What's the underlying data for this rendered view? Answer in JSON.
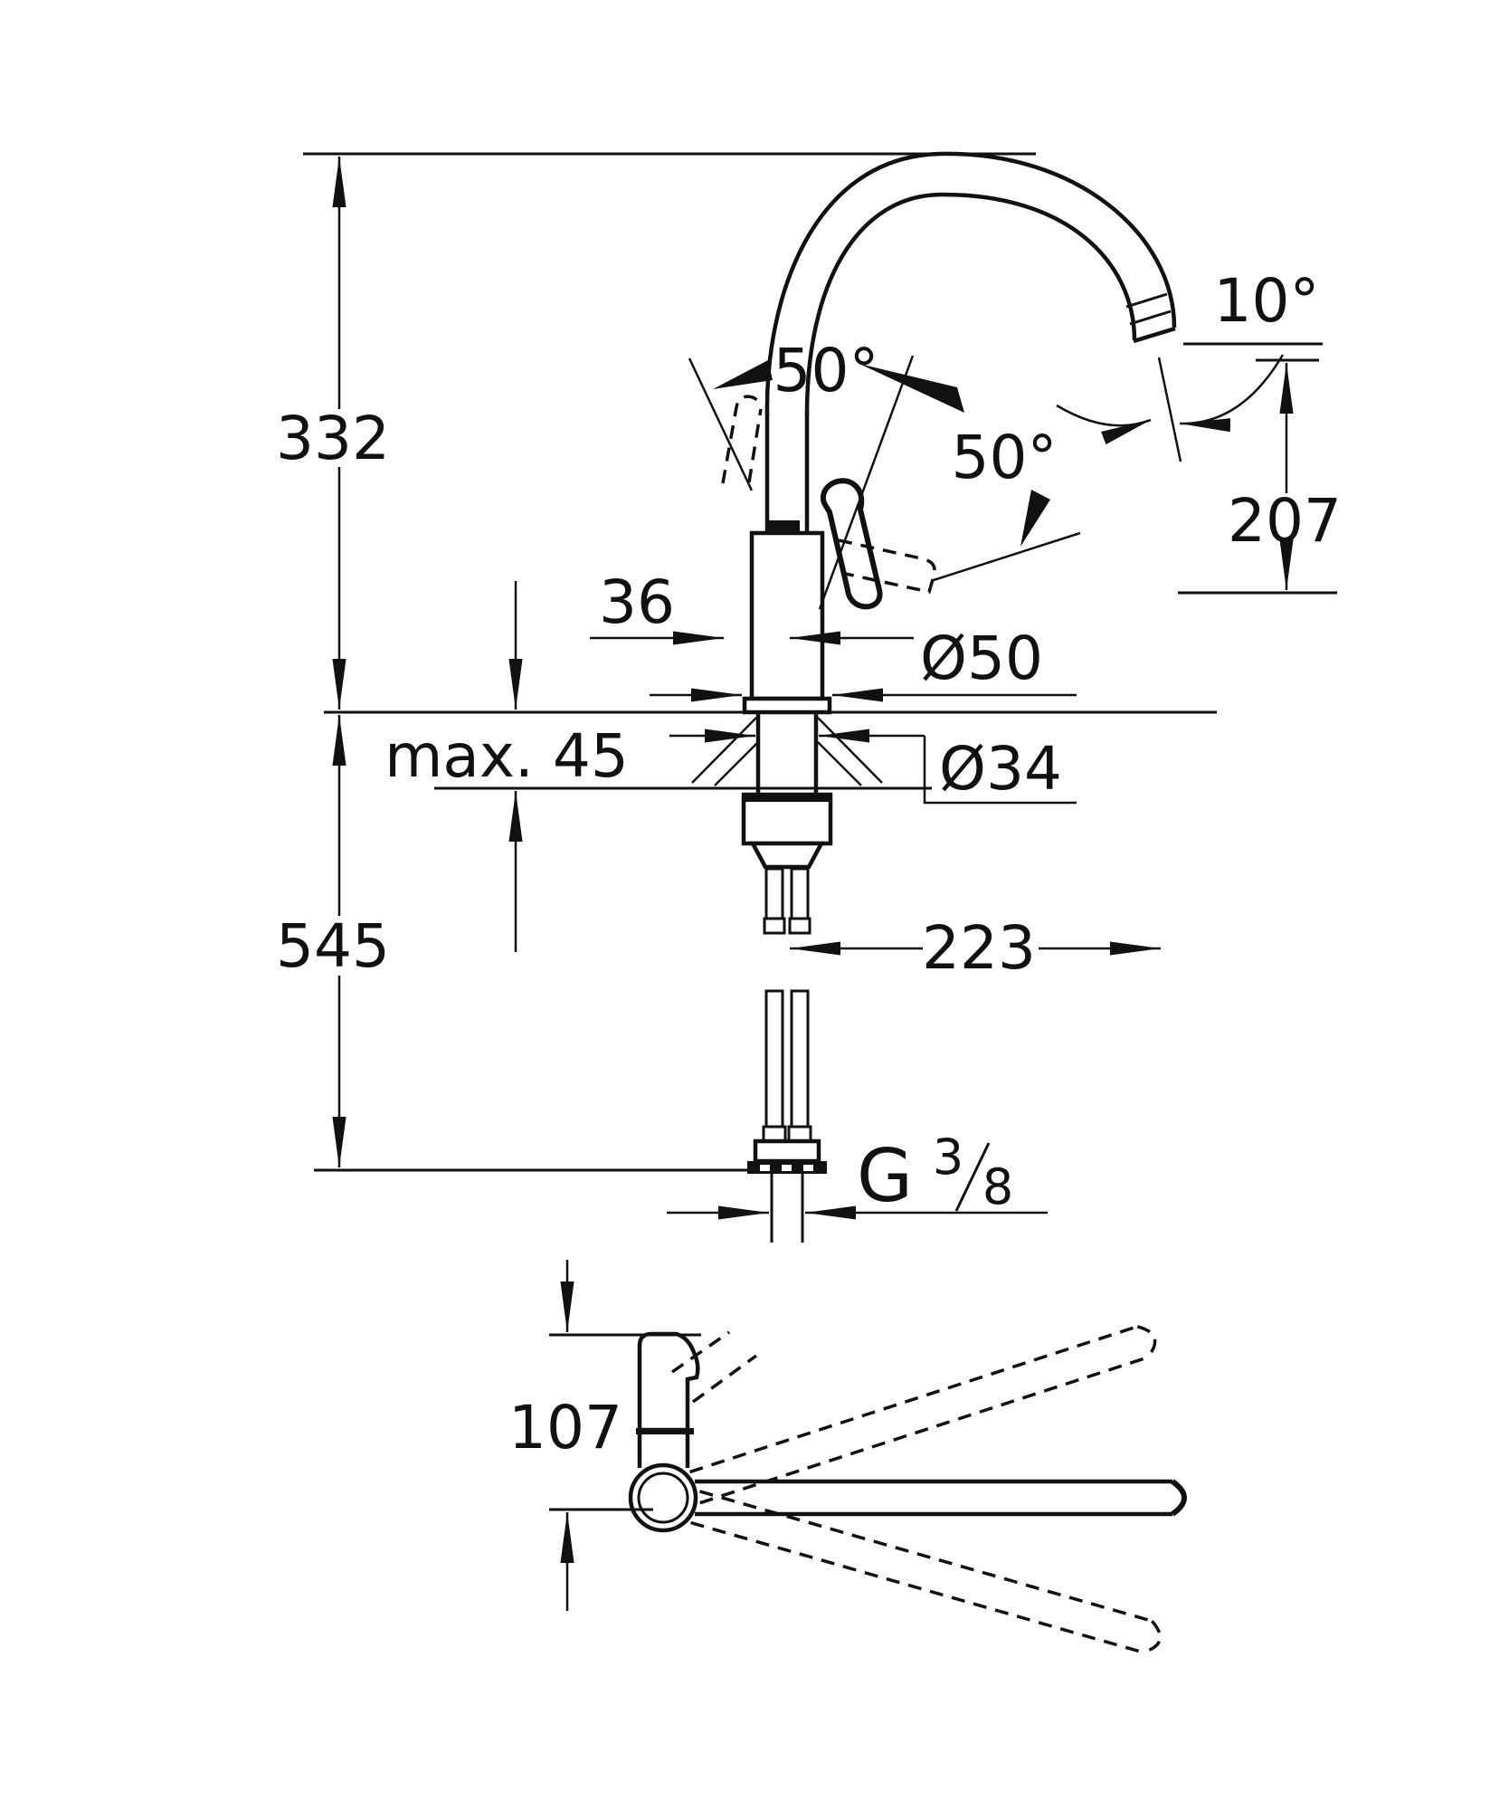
{
  "diagram": {
    "type": "technical-drawing",
    "subject": "single-lever kitchen mixer faucet, dimensional drawing with side elevation and top view",
    "units": "mm",
    "line_color": "#111111",
    "background": "#ffffff",
    "dims": {
      "height_total": "332",
      "height_below_deck": "545",
      "deck_thickness_max": "max. 45",
      "handle_angle_front": "50°",
      "handle_angle_side": "50°",
      "spout_tip_angle": "10°",
      "spout_outlet_height": "207",
      "handle_projection": "36",
      "base_diameter": "Ø50",
      "hole_diameter": "Ø34",
      "spout_reach": "223",
      "thread_letter": "G",
      "thread_numerator": "3",
      "thread_denominator": "8",
      "top_view_depth": "107"
    }
  }
}
